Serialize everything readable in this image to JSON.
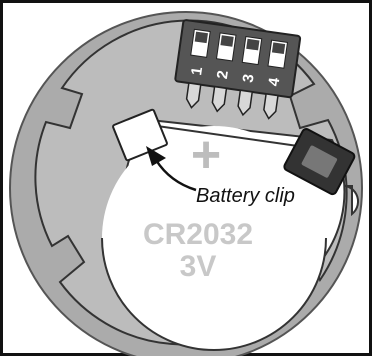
{
  "diagram": {
    "battery": {
      "model": "CR2032",
      "voltage": "3V",
      "polarity_symbol": "+"
    },
    "callout": {
      "label": "Battery clip"
    },
    "dip_switch": {
      "positions": [
        "1",
        "2",
        "3",
        "4"
      ]
    },
    "colors": {
      "outer_ring": "#ababab",
      "board": "#b9b9b9",
      "battery_face": "#ffffff",
      "battery_text": "#c8c8c8",
      "switch_body": "#555555",
      "outline": "#111111"
    }
  }
}
